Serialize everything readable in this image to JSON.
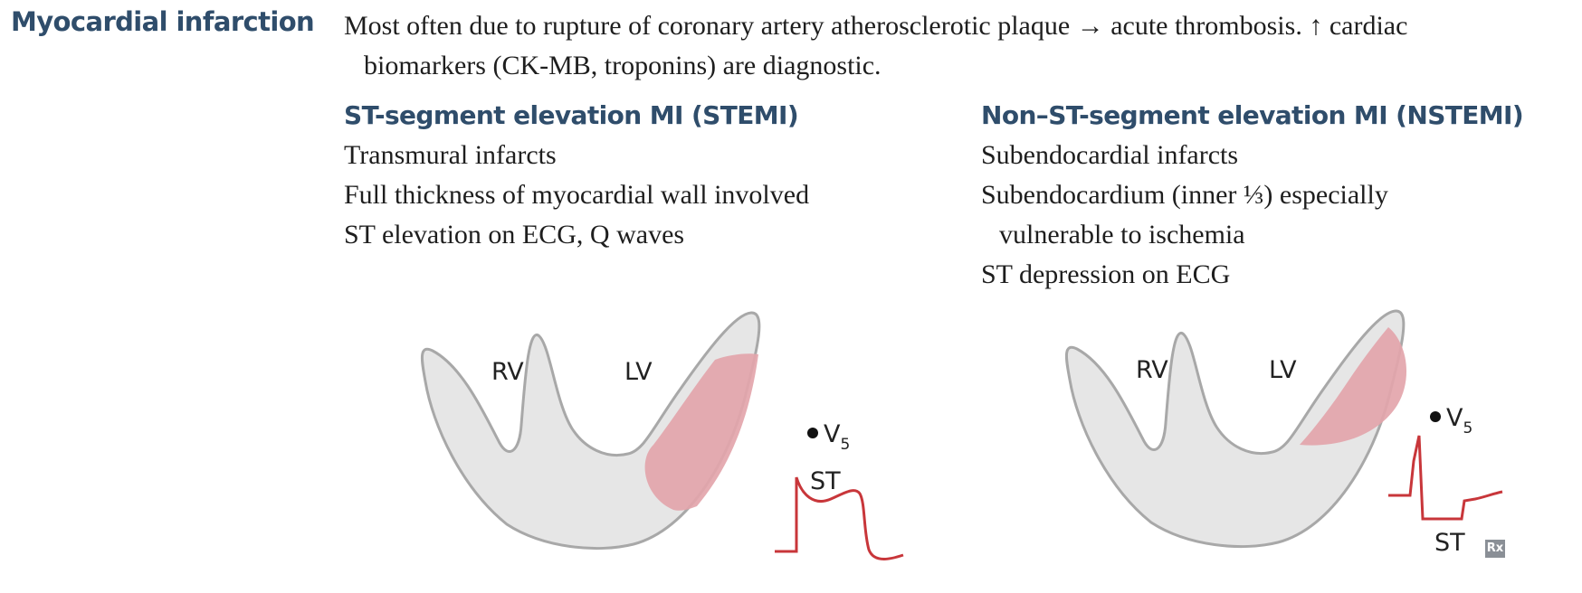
{
  "topic": "Myocardial infarction",
  "intro": {
    "line1": "Most often due to rupture of coronary artery atherosclerotic plaque → acute thrombosis. ↑ cardiac",
    "line2": "biomarkers (CK-MB, troponins) are diagnostic."
  },
  "stemi": {
    "heading": "ST-segment elevation MI (STEMI)",
    "lines": [
      "Transmural infarcts",
      "Full thickness of myocardial wall involved",
      "ST elevation on ECG, Q waves"
    ],
    "diagram": {
      "rv": "RV",
      "lv": "LV",
      "lead": "V",
      "lead_sub": "5",
      "st": "ST"
    }
  },
  "nstemi": {
    "heading": "Non–ST-segment elevation MI (NSTEMI)",
    "lines": [
      "Subendocardial infarcts",
      "Subendocardium (inner ⅓) especially",
      "vulnerable to ischemia",
      "ST depression on ECG"
    ],
    "diagram": {
      "rv": "RV",
      "lv": "LV",
      "lead": "V",
      "lead_sub": "5",
      "st": "ST"
    }
  },
  "badge": "Rx",
  "colors": {
    "heading": "#2f4d6b",
    "heart_fill": "#e6e6e6",
    "heart_stroke": "#a8a8a8",
    "infarct": "#e3a5ab",
    "ecg": "#c8363a"
  }
}
